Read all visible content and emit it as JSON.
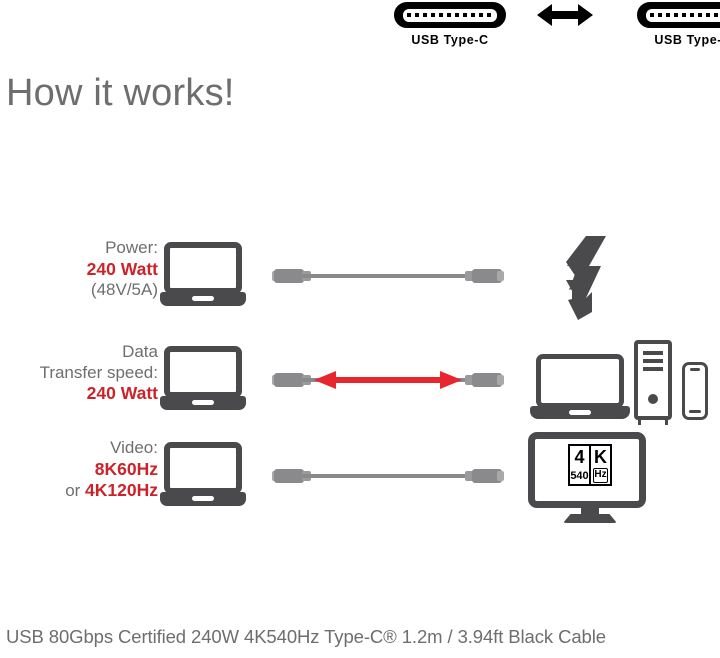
{
  "header": {
    "connectors": [
      {
        "id": "left",
        "icon": "usb-type-c-port-icon",
        "caption": "USB  Type-C"
      },
      {
        "id": "right",
        "icon": "usb-type-c-port-icon",
        "caption": "USB  Type-C"
      }
    ],
    "direction_icon": "bidirectional-arrow-icon"
  },
  "title": "How it works!",
  "rows": [
    {
      "id": "power",
      "label_lines": [
        {
          "text": "Power:",
          "style": "muted"
        },
        {
          "text": "240 Watt",
          "style": "red"
        },
        {
          "text": "(48V/5A)",
          "style": "muted"
        }
      ],
      "source_icon": "laptop-icon",
      "cable_icon": "usb-c-cable-icon",
      "cable_overlay": "none",
      "target_icon": "lightning-bolt-icon"
    },
    {
      "id": "data",
      "label_lines": [
        {
          "text": "Data",
          "style": "muted"
        },
        {
          "text": "Transfer speed:",
          "style": "muted"
        },
        {
          "text": "240 Watt",
          "style": "red"
        }
      ],
      "source_icon": "laptop-icon",
      "cable_icon": "usb-c-cable-icon",
      "cable_overlay": "double-arrow-icon",
      "target_icon": "devices-group-icon"
    },
    {
      "id": "video",
      "label_lines": [
        {
          "text": "Video:",
          "style": "muted"
        },
        {
          "text": "8K60Hz",
          "style": "red"
        },
        {
          "text": "or 4K120Hz",
          "style": "mixed"
        }
      ],
      "label_mixed": {
        "prefix": "or ",
        "emphasis": "4K120Hz"
      },
      "source_icon": "laptop-icon",
      "cable_icon": "usb-c-cable-icon",
      "cable_overlay": "none",
      "target_icon": "monitor-icon"
    }
  ],
  "monitor_badge": {
    "top_left": "4",
    "top_right": "K",
    "bottom_left": "540",
    "bottom_right": "Hz"
  },
  "footer": {
    "caption": "USB 80Gbps Certified 240W 4K540Hz Type-C® 1.2m / 3.94ft Black Cable"
  },
  "colors": {
    "accent_red": "#cc2229",
    "device_gray": "#4a4a4d",
    "text_gray": "#6d6e70",
    "cable_gray": "#8a8a8d",
    "background": "#ffffff"
  }
}
